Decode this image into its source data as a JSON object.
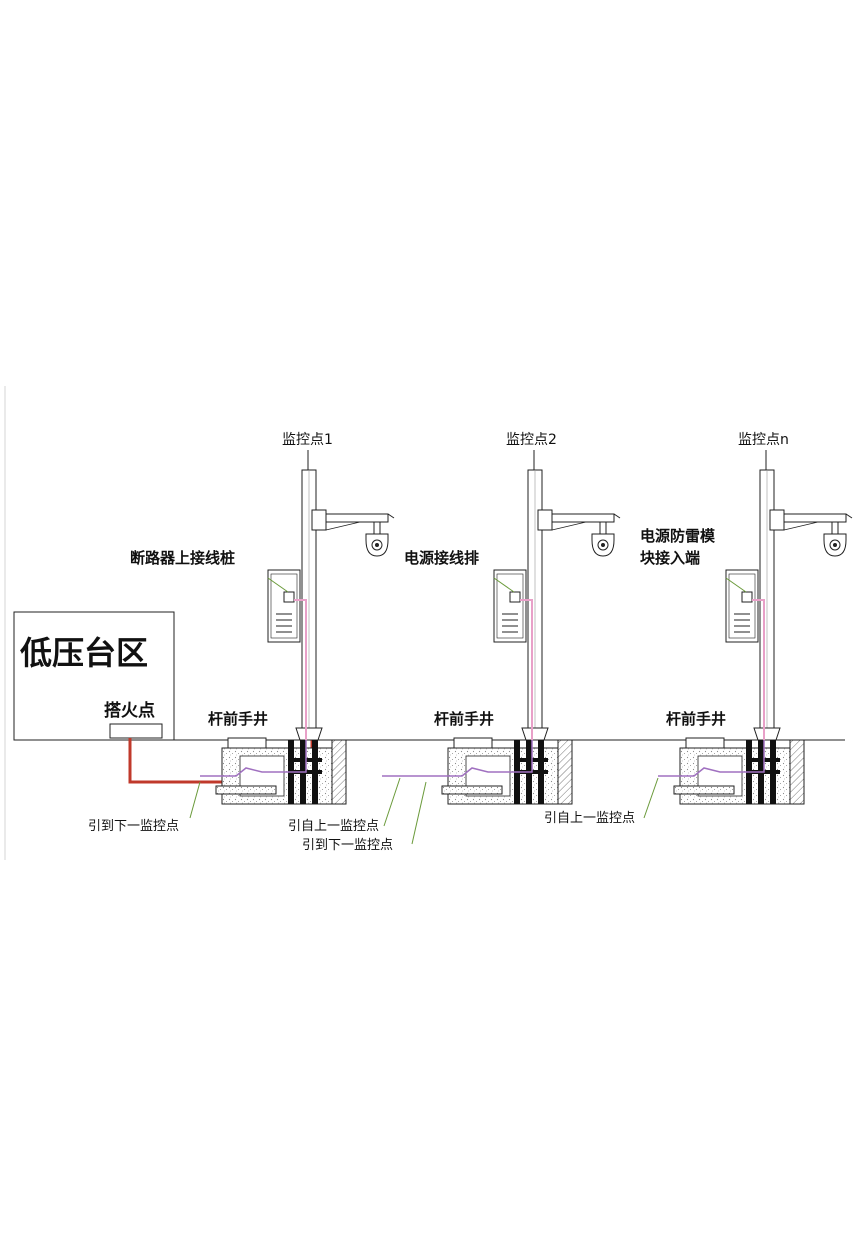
{
  "source_area": {
    "title": "低压台区",
    "tap_point_label": "搭火点"
  },
  "monitoring_points": [
    {
      "title": "监控点1",
      "connection_label": "断路器上接线桩",
      "handwell_label": "杆前手井"
    },
    {
      "title": "监控点2",
      "connection_label": "电源接线排",
      "handwell_label": "杆前手井"
    },
    {
      "title": "监控点n",
      "connection_label": [
        "电源防雷模",
        "块接入端"
      ],
      "handwell_label": "杆前手井"
    }
  ],
  "route_labels": {
    "to_next_1": "引到下一监控点",
    "from_prev_2": "引自上一监控点",
    "to_next_2": "引到下一监控点",
    "from_prev_n": "引自上一监控点"
  },
  "colors": {
    "power_cable_red": "#c0392b",
    "power_cable_pink": "#e8a0c8",
    "power_cable_purple": "#a070c0",
    "leader_green": "#6a9a3a",
    "conduit_black": "#111111",
    "concrete_gray": "#999999"
  }
}
